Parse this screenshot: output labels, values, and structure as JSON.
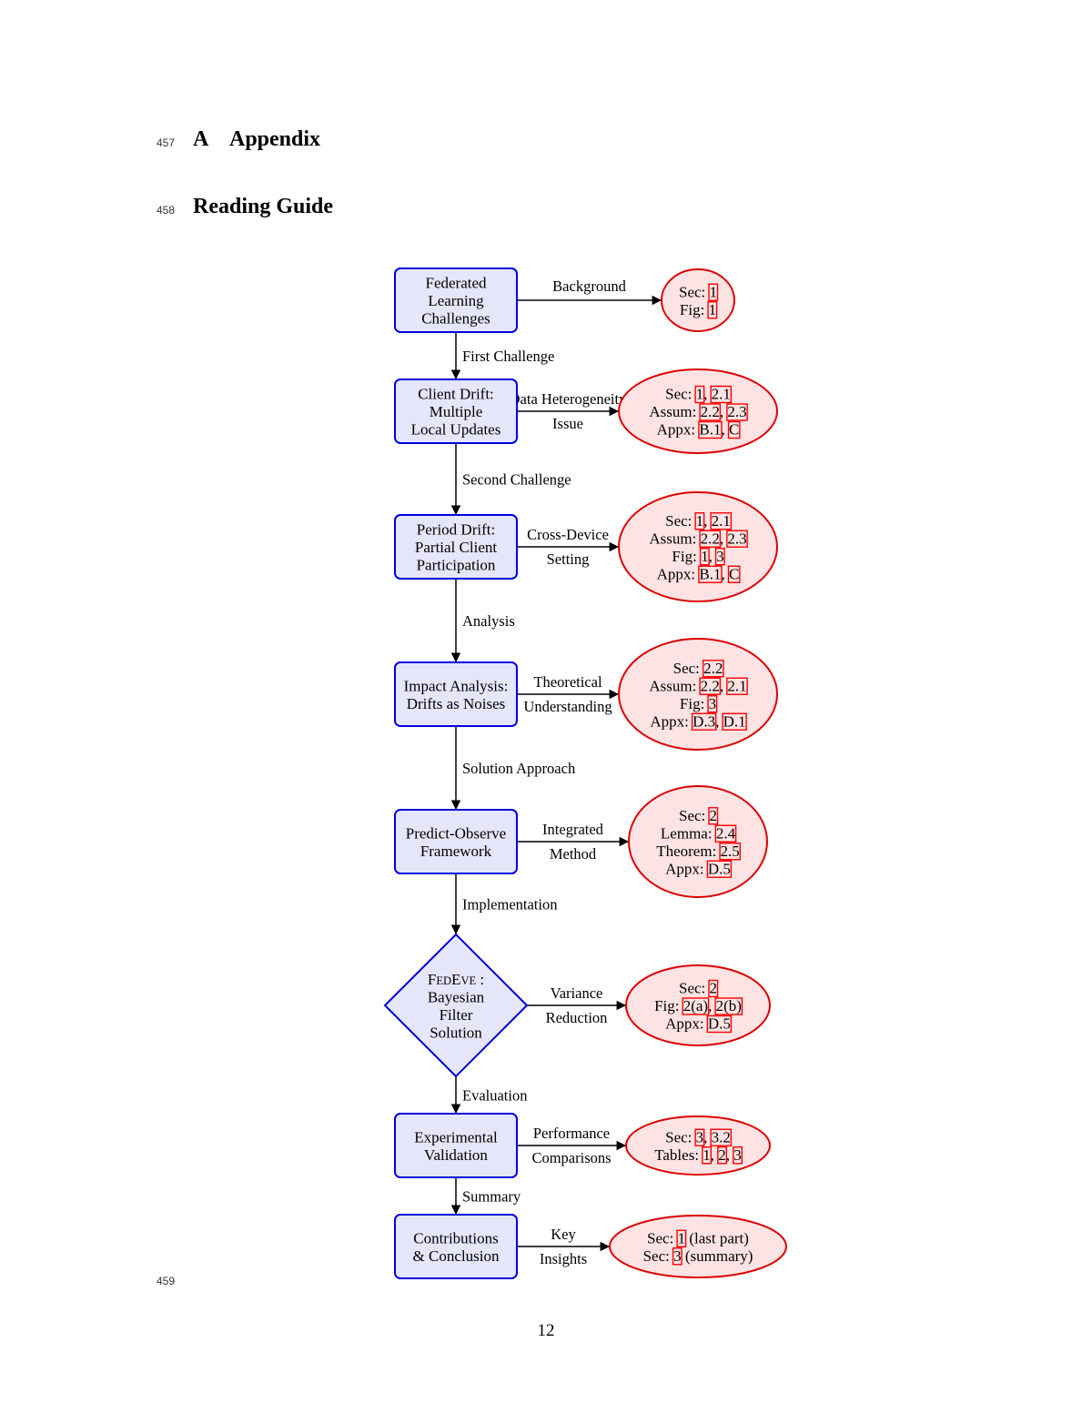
{
  "line_numbers": [
    "457",
    "458",
    "459"
  ],
  "section": {
    "number": "A",
    "title": "Appendix"
  },
  "subsection": {
    "title": "Reading Guide"
  },
  "page_number": "12",
  "diagram": {
    "colors": {
      "node_fill": "#e6e6fa",
      "node_stroke": "#0000dd",
      "ref_fill": "#fde3e3",
      "ref_stroke": "#dd0000",
      "link_box": "#ff0000"
    },
    "nodes": [
      {
        "id": "n1",
        "shape": "box",
        "lines": [
          "Federated",
          "Learning",
          "Challenges"
        ]
      },
      {
        "id": "n2",
        "shape": "box",
        "lines": [
          "Client Drift:",
          "Multiple",
          "Local Updates"
        ]
      },
      {
        "id": "n3",
        "shape": "box",
        "lines": [
          "Period Drift:",
          "Partial Client",
          "Participation"
        ]
      },
      {
        "id": "n4",
        "shape": "box",
        "lines": [
          "Impact Analysis:",
          "Drifts as Noises"
        ]
      },
      {
        "id": "n5",
        "shape": "box",
        "lines": [
          "Predict-Observe",
          "Framework"
        ]
      },
      {
        "id": "n6",
        "shape": "diamond",
        "lines": [
          "FEDEVE :",
          "Bayesian",
          "Filter",
          "Solution"
        ]
      },
      {
        "id": "n7",
        "shape": "box",
        "lines": [
          "Experimental",
          "Validation"
        ]
      },
      {
        "id": "n8",
        "shape": "box",
        "lines": [
          "Contributions",
          "& Conclusion"
        ]
      }
    ],
    "down_edges": [
      "First Challenge",
      "Second Challenge",
      "Analysis",
      "Solution Approach",
      "Implementation",
      "Evaluation",
      "Summary"
    ],
    "side_edges": [
      [
        "Background"
      ],
      [
        "Data Heterogeneity",
        "Issue"
      ],
      [
        "Cross-Device",
        "Setting"
      ],
      [
        "Theoretical",
        "Understanding"
      ],
      [
        "Integrated",
        "Method"
      ],
      [
        "Variance",
        "Reduction"
      ],
      [
        "Performance",
        "Comparisons"
      ],
      [
        "Key",
        "Insights"
      ]
    ],
    "refs": [
      [
        [
          [
            "Sec: ",
            ""
          ],
          [
            "1",
            "link"
          ]
        ],
        [
          [
            "Fig: ",
            ""
          ],
          [
            "1",
            "link"
          ]
        ]
      ],
      [
        [
          [
            "Sec: ",
            ""
          ],
          [
            "1",
            "link"
          ],
          [
            ", ",
            ""
          ],
          [
            "2.1",
            "link"
          ]
        ],
        [
          [
            "Assum: ",
            ""
          ],
          [
            "2.2",
            "link"
          ],
          [
            ", ",
            ""
          ],
          [
            "2.3",
            "link"
          ]
        ],
        [
          [
            "Appx: ",
            ""
          ],
          [
            "B.1",
            "link"
          ],
          [
            ", ",
            ""
          ],
          [
            "C",
            "link"
          ]
        ]
      ],
      [
        [
          [
            "Sec: ",
            ""
          ],
          [
            "1",
            "link"
          ],
          [
            ", ",
            ""
          ],
          [
            "2.1",
            "link"
          ]
        ],
        [
          [
            "Assum: ",
            ""
          ],
          [
            "2.2",
            "link"
          ],
          [
            ", ",
            ""
          ],
          [
            "2.3",
            "link"
          ]
        ],
        [
          [
            "Fig: ",
            ""
          ],
          [
            "1",
            "link"
          ],
          [
            ", ",
            ""
          ],
          [
            "3",
            "link"
          ]
        ],
        [
          [
            "Appx: ",
            ""
          ],
          [
            "B.1",
            "link"
          ],
          [
            ", ",
            ""
          ],
          [
            "C",
            "link"
          ]
        ]
      ],
      [
        [
          [
            "Sec: ",
            ""
          ],
          [
            "2.2",
            "link"
          ]
        ],
        [
          [
            "Assum: ",
            ""
          ],
          [
            "2.2",
            "link"
          ],
          [
            ", ",
            ""
          ],
          [
            "2.1",
            "link"
          ]
        ],
        [
          [
            "Fig: ",
            ""
          ],
          [
            "3",
            "link"
          ]
        ],
        [
          [
            "Appx: ",
            ""
          ],
          [
            "D.3",
            "link"
          ],
          [
            ", ",
            ""
          ],
          [
            "D.1",
            "link"
          ]
        ]
      ],
      [
        [
          [
            "Sec: ",
            ""
          ],
          [
            "2",
            "link"
          ]
        ],
        [
          [
            "Lemma: ",
            ""
          ],
          [
            "2.4",
            "link"
          ]
        ],
        [
          [
            "Theorem: ",
            ""
          ],
          [
            "2.5",
            "link"
          ]
        ],
        [
          [
            "Appx: ",
            ""
          ],
          [
            "D.5",
            "link"
          ]
        ]
      ],
      [
        [
          [
            "Sec: ",
            ""
          ],
          [
            "2",
            "link"
          ]
        ],
        [
          [
            "Fig: ",
            ""
          ],
          [
            "2(a)",
            "link"
          ],
          [
            ", ",
            ""
          ],
          [
            "2(b)",
            "link"
          ]
        ],
        [
          [
            "Appx: ",
            ""
          ],
          [
            "D.5",
            "link"
          ]
        ]
      ],
      [
        [
          [
            "Sec: ",
            ""
          ],
          [
            "3",
            "link"
          ],
          [
            ", ",
            ""
          ],
          [
            "3.2",
            "link"
          ]
        ],
        [
          [
            "Tables: ",
            ""
          ],
          [
            "1",
            "link"
          ],
          [
            ", ",
            ""
          ],
          [
            "2",
            "link"
          ],
          [
            ", ",
            ""
          ],
          [
            "3",
            "link"
          ]
        ]
      ],
      [
        [
          [
            "Sec: ",
            ""
          ],
          [
            "1",
            "link"
          ],
          [
            " (last part)",
            ""
          ]
        ],
        [
          [
            "Sec: ",
            ""
          ],
          [
            "3",
            "link"
          ],
          [
            " (summary)",
            ""
          ]
        ]
      ]
    ]
  }
}
